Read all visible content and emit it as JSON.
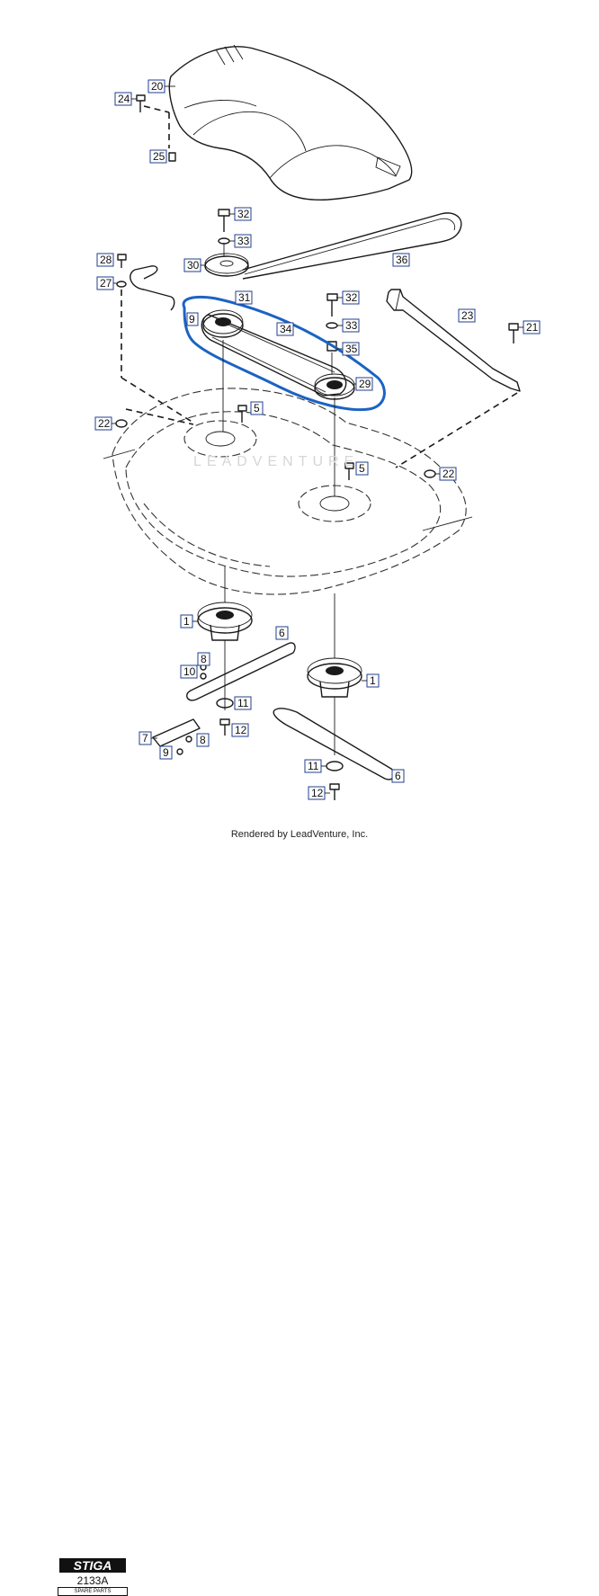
{
  "diagram": {
    "callouts": [
      {
        "id": "c20",
        "label": "20"
      },
      {
        "id": "c24",
        "label": "24"
      },
      {
        "id": "c25",
        "label": "25"
      },
      {
        "id": "c32a",
        "label": "32"
      },
      {
        "id": "c33a",
        "label": "33"
      },
      {
        "id": "c36",
        "label": "36"
      },
      {
        "id": "c28",
        "label": "28"
      },
      {
        "id": "c30",
        "label": "30"
      },
      {
        "id": "c27",
        "label": "27"
      },
      {
        "id": "c31",
        "label": "31"
      },
      {
        "id": "c9a",
        "label": "9"
      },
      {
        "id": "c34",
        "label": "34"
      },
      {
        "id": "c32b",
        "label": "32"
      },
      {
        "id": "c33b",
        "label": "33"
      },
      {
        "id": "c35",
        "label": "35"
      },
      {
        "id": "c23",
        "label": "23"
      },
      {
        "id": "c21",
        "label": "21"
      },
      {
        "id": "c29",
        "label": "29"
      },
      {
        "id": "c5a",
        "label": "5"
      },
      {
        "id": "c22a",
        "label": "22"
      },
      {
        "id": "c5b",
        "label": "5"
      },
      {
        "id": "c22b",
        "label": "22"
      },
      {
        "id": "c1a",
        "label": "1"
      },
      {
        "id": "c6a",
        "label": "6"
      },
      {
        "id": "c8a",
        "label": "8"
      },
      {
        "id": "c10",
        "label": "10"
      },
      {
        "id": "c11a",
        "label": "11"
      },
      {
        "id": "c1b",
        "label": "1"
      },
      {
        "id": "c12a",
        "label": "12"
      },
      {
        "id": "c7",
        "label": "7"
      },
      {
        "id": "c8b",
        "label": "8"
      },
      {
        "id": "c9b",
        "label": "9"
      },
      {
        "id": "c11b",
        "label": "11"
      },
      {
        "id": "c6b",
        "label": "6"
      },
      {
        "id": "c12b",
        "label": "12"
      }
    ]
  },
  "branding": {
    "logo_text": "STIGA",
    "code": "2133A",
    "subtitle": "SPARE PARTS",
    "watermark": "LEADVENTURE"
  },
  "footer": "Rendered by LeadVenture, Inc.",
  "colors": {
    "callout_border": "#1f3f8f",
    "highlight": "#1b63c4"
  }
}
